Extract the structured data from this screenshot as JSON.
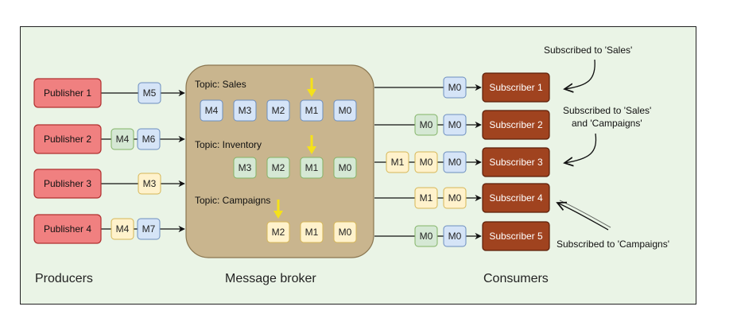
{
  "colors": {
    "panel_bg": "#eaf4e6",
    "panel_border": "#222222",
    "publisher_fill": "#f08080",
    "publisher_stroke": "#b03030",
    "subscriber_fill": "#a0431f",
    "subscriber_stroke": "#5a1e08",
    "broker_fill": "#c9b58e",
    "broker_stroke": "#8a7650",
    "msg_blue_fill": "#d5e4f7",
    "msg_blue_stroke": "#6c8ebf",
    "msg_green_fill": "#d5e8d4",
    "msg_green_stroke": "#82b366",
    "msg_yellow_fill": "#fff2cc",
    "msg_yellow_stroke": "#d6b656",
    "pointer_yellow": "#f5e11a",
    "line": "#111111"
  },
  "sections": {
    "producers": "Producers",
    "broker": "Message broker",
    "consumers": "Consumers"
  },
  "publishers": [
    {
      "label": "Publisher 1",
      "messages": [
        {
          "text": "M5",
          "color": "blue"
        }
      ]
    },
    {
      "label": "Publisher 2",
      "messages": [
        {
          "text": "M4",
          "color": "green"
        },
        {
          "text": "M6",
          "color": "blue"
        }
      ]
    },
    {
      "label": "Publisher 3",
      "messages": [
        {
          "text": "M3",
          "color": "yellow"
        }
      ]
    },
    {
      "label": "Publisher 4",
      "messages": [
        {
          "text": "M4",
          "color": "yellow"
        },
        {
          "text": "M7",
          "color": "blue"
        }
      ]
    }
  ],
  "topics": [
    {
      "label": "Topic: Sales",
      "color": "blue",
      "messages": [
        "M4",
        "M3",
        "M2",
        "M1",
        "M0"
      ],
      "pointer_index": 3
    },
    {
      "label": "Topic: Inventory",
      "color": "green",
      "messages": [
        "M3",
        "M2",
        "M1",
        "M0"
      ],
      "pointer_index": 2
    },
    {
      "label": "Topic: Campaigns",
      "color": "yellow",
      "messages": [
        "M2",
        "M1",
        "M0"
      ],
      "pointer_index": 0
    }
  ],
  "subscribers": [
    {
      "label": "Subscriber 1",
      "messages": [
        {
          "text": "M0",
          "color": "blue"
        }
      ]
    },
    {
      "label": "Subscriber 2",
      "messages": [
        {
          "text": "M0",
          "color": "green"
        },
        {
          "text": "M0",
          "color": "blue"
        }
      ]
    },
    {
      "label": "Subscriber 3",
      "messages": [
        {
          "text": "M1",
          "color": "yellow"
        },
        {
          "text": "M0",
          "color": "yellow"
        },
        {
          "text": "M0",
          "color": "blue"
        }
      ]
    },
    {
      "label": "Subscriber 4",
      "messages": [
        {
          "text": "M1",
          "color": "yellow"
        },
        {
          "text": "M0",
          "color": "yellow"
        }
      ]
    },
    {
      "label": "Subscriber 5",
      "messages": [
        {
          "text": "M0",
          "color": "green"
        },
        {
          "text": "M0",
          "color": "blue"
        }
      ]
    }
  ],
  "annotations": {
    "sales": "Subscribed to 'Sales'",
    "sales_campaigns_line1": "Subscribed to 'Sales'",
    "sales_campaigns_line2": "and 'Campaigns'",
    "campaigns": "Subscribed to 'Campaigns'"
  }
}
